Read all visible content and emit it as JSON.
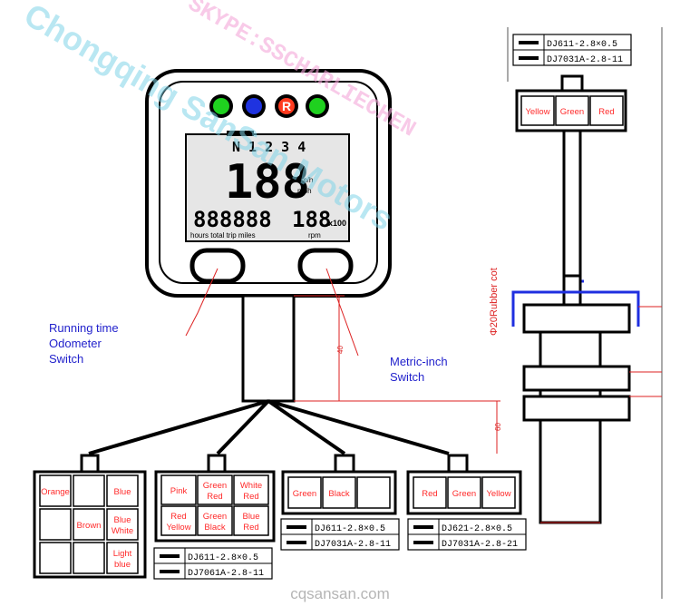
{
  "watermarks": {
    "brand": "Chongqing SanSan Motors",
    "contact": "SKYPE:SSCHARLIECHEN",
    "website": "cqsansan.com"
  },
  "dashboard": {
    "indicator_lights": [
      {
        "name": "green-left",
        "color": "#1fd11f",
        "label": ""
      },
      {
        "name": "blue-high-beam",
        "color": "#1f33e0",
        "label": ""
      },
      {
        "name": "reverse",
        "color": "#ff3b1f",
        "label": "R"
      },
      {
        "name": "green-right",
        "color": "#1fd11f",
        "label": ""
      }
    ],
    "gear_display": "N 1 2 3 4",
    "speed_digits": "188",
    "speed_units": [
      "km/h",
      "mph"
    ],
    "odometer_digits": "888888",
    "rpm_digits": "188",
    "rpm_multiplier": "x100",
    "odometer_units": "hours total trip miles",
    "rpm_unit": "rpm"
  },
  "annotations": {
    "left_button": [
      "Running time",
      "Odometer",
      "Switch"
    ],
    "right_button": [
      "Metric-inch",
      "Switch"
    ],
    "dim_40": "40",
    "dim_60": "60",
    "rubber_cot": "Φ20Rubber cot"
  },
  "connectors": [
    {
      "id": "c1",
      "cells": [
        {
          "text": [
            "Orange"
          ],
          "color": "#ff2a2a"
        },
        {
          "text": [
            ""
          ],
          "color": "#ff2a2a"
        },
        {
          "text": [
            "Blue"
          ],
          "color": "#ff2a2a"
        },
        {
          "text": [
            ""
          ],
          "color": "#ff2a2a"
        },
        {
          "text": [
            "Brown"
          ],
          "color": "#ff2a2a"
        },
        {
          "text": [
            "Blue",
            "White"
          ],
          "color": "#ff2a2a"
        },
        {
          "text": [
            ""
          ],
          "color": "#ff2a2a"
        },
        {
          "text": [
            ""
          ],
          "color": "#ff2a2a"
        },
        {
          "text": [
            "Light",
            "blue"
          ],
          "color": "#ff2a2a"
        }
      ],
      "legend": [
        "DJ611-2.8×0.5",
        "DJ7061A-2.8-11"
      ]
    },
    {
      "id": "c2",
      "cells": [
        {
          "text": [
            "Pink"
          ],
          "color": "#ff2a2a"
        },
        {
          "text": [
            "Green",
            "Red"
          ],
          "color": "#ff2a2a"
        },
        {
          "text": [
            "White",
            "Red"
          ],
          "color": "#ff2a2a"
        },
        {
          "text": [
            "Red",
            "Yellow"
          ],
          "color": "#ff2a2a"
        },
        {
          "text": [
            "Green",
            "Black"
          ],
          "color": "#ff2a2a"
        },
        {
          "text": [
            "Blue",
            "Red"
          ],
          "color": "#ff2a2a"
        }
      ]
    },
    {
      "id": "c3",
      "cells": [
        {
          "text": [
            "Green"
          ],
          "color": "#ff2a2a"
        },
        {
          "text": [
            "Black"
          ],
          "color": "#ff2a2a"
        },
        {
          "text": [
            ""
          ],
          "color": "#ff2a2a"
        }
      ],
      "legend": [
        "DJ611-2.8×0.5",
        "DJ7031A-2.8-11"
      ]
    },
    {
      "id": "c4",
      "cells": [
        {
          "text": [
            "Red"
          ],
          "color": "#ff2a2a"
        },
        {
          "text": [
            "Green"
          ],
          "color": "#ff2a2a"
        },
        {
          "text": [
            "Yellow"
          ],
          "color": "#ff2a2a"
        }
      ],
      "legend": [
        "DJ621-2.8×0.5",
        "DJ7031A-2.8-21"
      ]
    }
  ],
  "side_view": {
    "legend": [
      "DJ611-2.8×0.5",
      "DJ7031A-2.8-11"
    ],
    "connector_cells": [
      "Yellow",
      "Green",
      "Red"
    ],
    "accent_color": "#1f2fe0"
  }
}
